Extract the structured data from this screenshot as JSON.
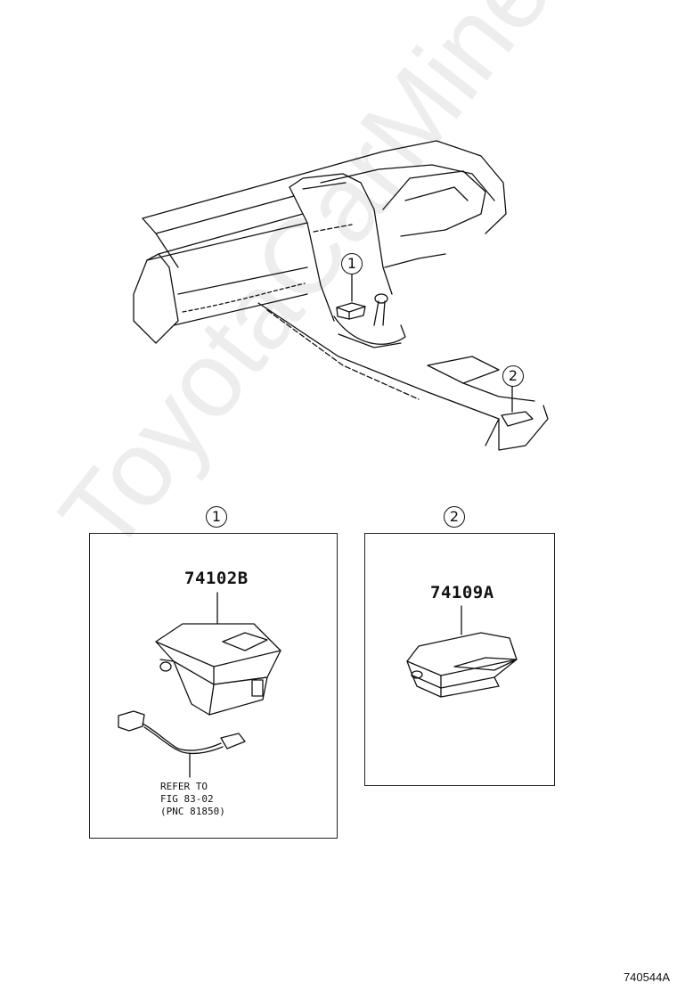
{
  "overview": {
    "callout_1": "1",
    "callout_2": "2"
  },
  "detail_1": {
    "callout": "1",
    "part_number": "74102B",
    "reference_text": "REFER TO\nFIG 83-02\n(PNC 81850)"
  },
  "detail_2": {
    "callout": "2",
    "part_number": "74109A"
  },
  "diagram_id": "740544A",
  "watermark": "ToyotaCarMine.ru",
  "colors": {
    "line": "#111111",
    "background": "#ffffff"
  }
}
